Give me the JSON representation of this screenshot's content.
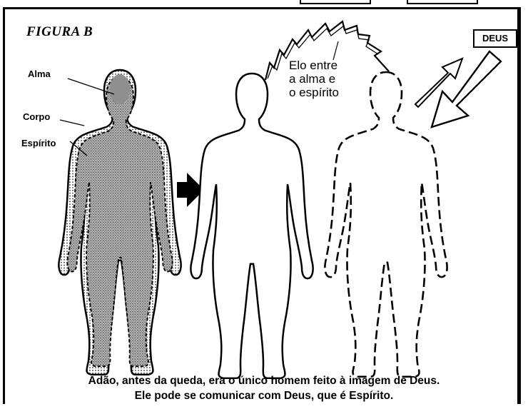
{
  "figure": {
    "title": "FIGURA B",
    "labels": {
      "alma": "Alma",
      "corpo": "Corpo",
      "espirito": "Espírito"
    },
    "link_text": [
      "Elo entre",
      "a alma e",
      "o espírito"
    ],
    "god_box": "DEUS"
  },
  "caption": {
    "line1": "Adão, antes da queda, era o único homem feito à imagem de Deus.",
    "line2": "Ele pode se comunicar com Deus, que é Espírito."
  },
  "colors": {
    "ink": "#000000",
    "paper": "#ffffff",
    "stipple": "#9a9a9a"
  }
}
